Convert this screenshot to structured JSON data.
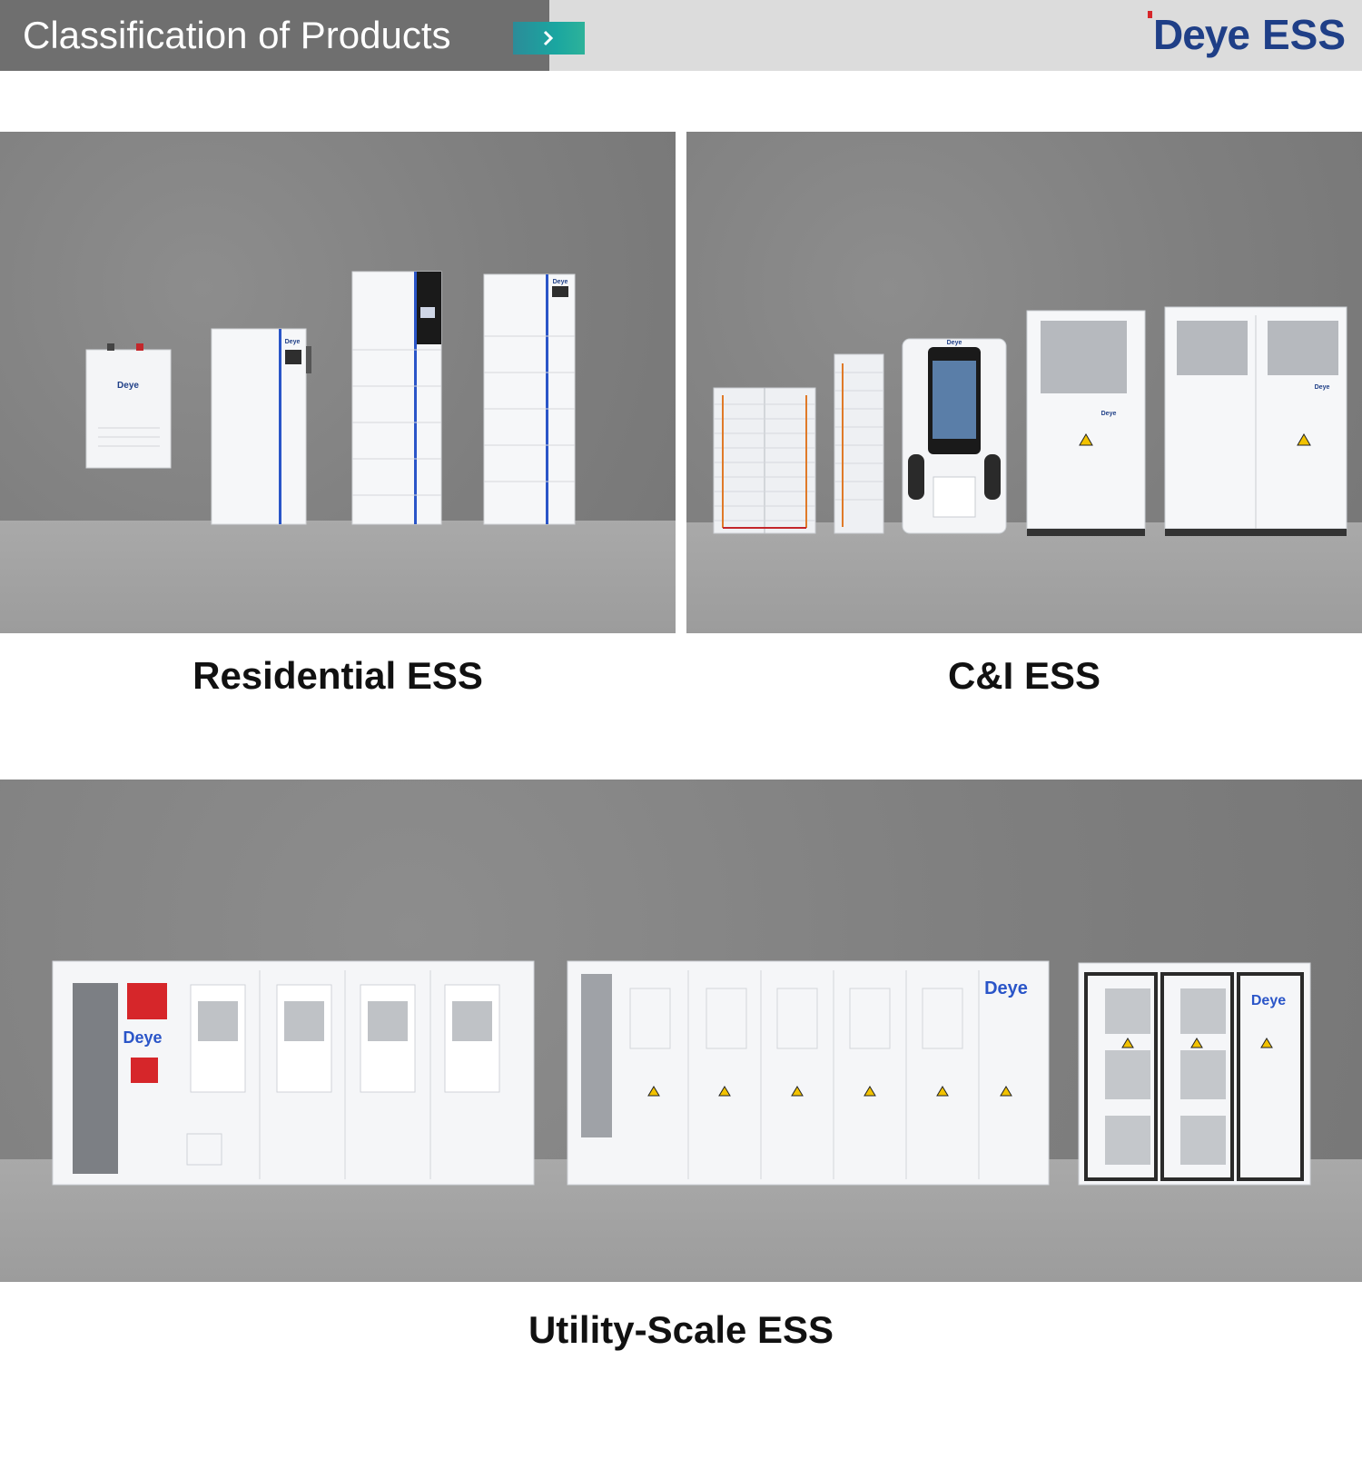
{
  "header": {
    "title": "Classification of Products",
    "brand_word": "Deye",
    "brand_suffix": "ESS"
  },
  "sections": {
    "residential": {
      "caption": "Residential ESS",
      "device_brand": "Deye"
    },
    "ci": {
      "caption": "C&I ESS",
      "device_brand": "Deye"
    },
    "utility": {
      "caption": "Utility-Scale ESS",
      "device_brand": "Deye"
    }
  },
  "colors": {
    "header_bg": "#dcdcdc",
    "title_bg": "#6f6f6f",
    "arrow_teal": "#1aa6a0",
    "brand_blue": "#1f3f87",
    "accent_blue": "#2a55c8",
    "wall_gray": "#7f7f7f",
    "floor_gray": "#a4a4a4"
  },
  "icons": {
    "arrow": "chevron-right-icon",
    "warning": "warning-triangle-icon"
  }
}
